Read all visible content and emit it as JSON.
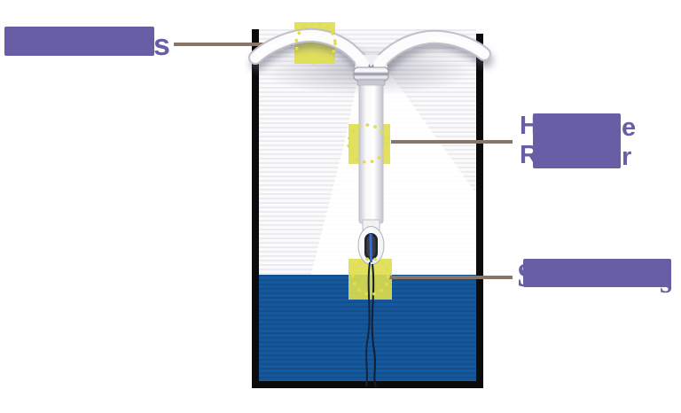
{
  "figure": {
    "kind": "labeled anatomy diagram",
    "subject": "hormonal IUD in container with fluid"
  },
  "colors": {
    "label_purple": "#675ea6",
    "highlight_yellow": "#dfde4e",
    "fluid_blue": "#15599c",
    "leader_line": "#877668",
    "frame_black": "#0b0b0b"
  },
  "labels": {
    "arms": {
      "visible_end": "s"
    },
    "reservoir_line1": {
      "visible_start": "H",
      "visible_end": "e"
    },
    "reservoir_line2": {
      "visible_start": "R",
      "visible_end": "r"
    },
    "strings": {
      "visible_start": "S",
      "visible_end": "s"
    }
  }
}
